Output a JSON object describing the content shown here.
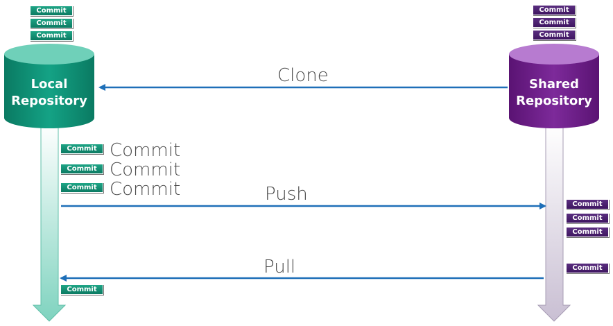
{
  "local_repo": {
    "line1": "Local",
    "line2": "Repository",
    "color": "#0e8b72"
  },
  "shared_repo": {
    "line1": "Shared",
    "line2": "Repository",
    "color": "#6a1a86"
  },
  "commit_label": "Commit",
  "labels": {
    "clone": "Clone",
    "push": "Push",
    "pull": "Pull",
    "commit": "Commit"
  },
  "colors": {
    "arrow_blue": "#1e6fb8",
    "local_green": "#0e8b72",
    "shared_purple": "#6a1a86"
  }
}
